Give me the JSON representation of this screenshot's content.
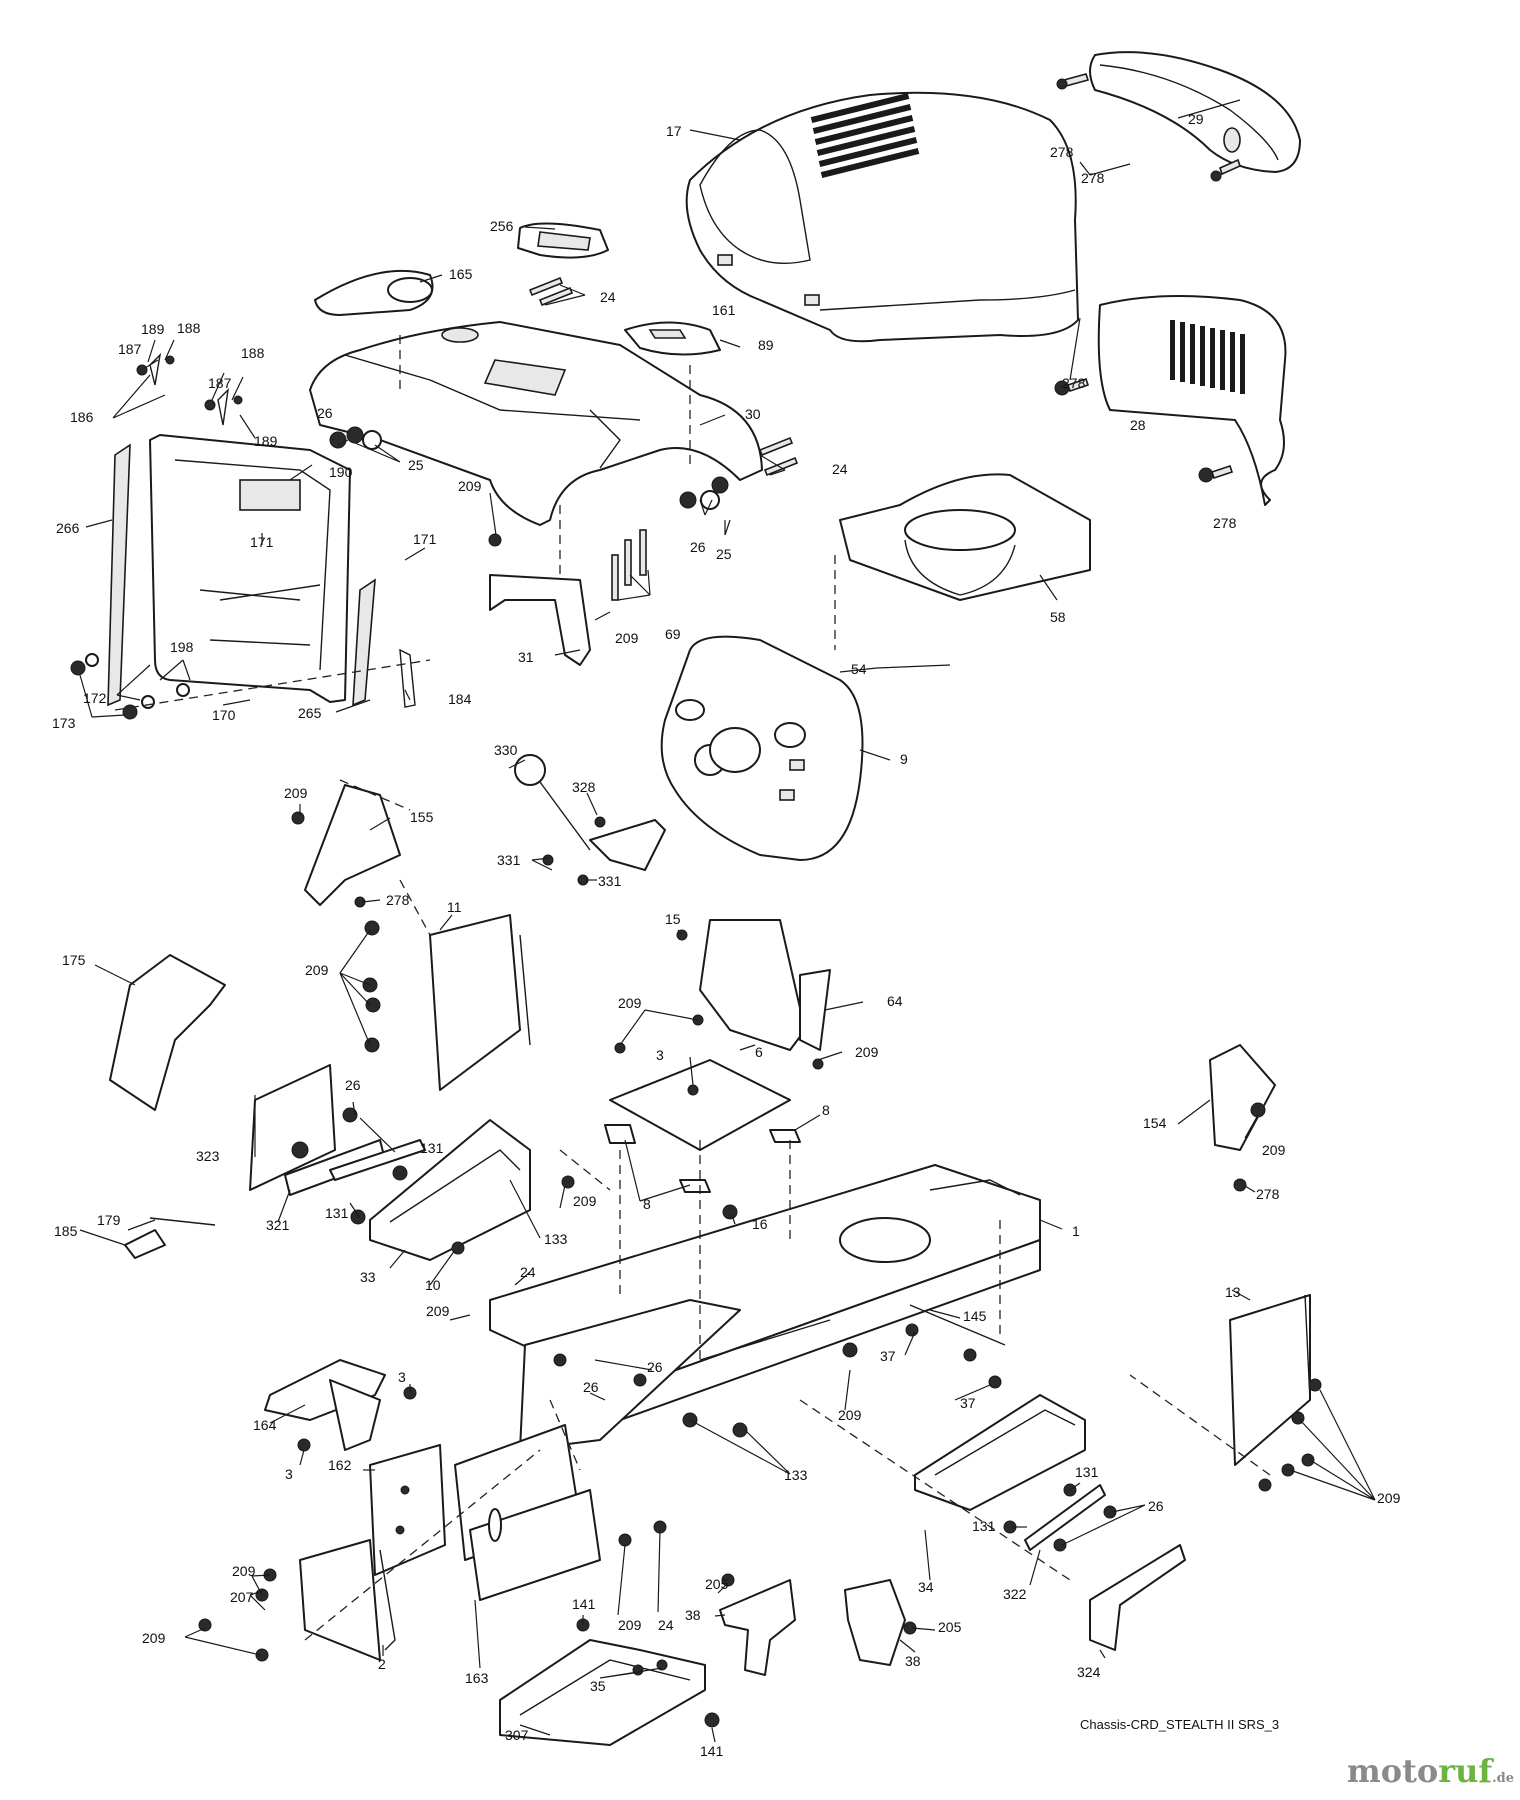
{
  "diagram": {
    "caption": "Chassis-CRD_STEALTH II SRS_3",
    "watermark": {
      "brand": "moto",
      "brand_accent": "ruf",
      "suffix": ".de"
    },
    "callouts": {
      "hood": "17",
      "grille": "29",
      "hood_bolt": "278",
      "hood_bolt_2": "278",
      "hood_bolt_3": "278",
      "hood_bolt_4": "278",
      "fuel_cap_cover": "256",
      "cup_holder": "165",
      "bolt_24_top": "24",
      "key_cap": "89",
      "fender": "30",
      "link_189": "189",
      "link_188": "188",
      "link_187": "187",
      "link_186": "186",
      "link_188b": "188",
      "link_187b": "187",
      "link_189b": "189",
      "nut_26": "26",
      "washer_25": "25",
      "bolt_24_side": "24",
      "screw_190": "190",
      "screw_209_fender": "209",
      "seat_bracket_266": "266",
      "screw_171": "171",
      "screw_171b": "171",
      "decal_161": "161",
      "side_grille_28": "28",
      "nut_26b": "26",
      "washer_25b": "25",
      "bolts_69": "69",
      "screw_209b": "209",
      "bracket_31": "31",
      "panel_170": "170",
      "washer_198": "198",
      "washer_172": "172",
      "nut_173": "173",
      "strip_265": "265",
      "clip_184": "184",
      "shroud_58": "58",
      "screw_54": "54",
      "dash_9": "9",
      "knob_330": "330",
      "lever_328": "328",
      "screw_331": "331",
      "screw_331b": "331",
      "screw_209c": "209",
      "bracket_155": "155",
      "bolt_278c": "278",
      "plate_11": "11",
      "screw_209d": "209",
      "cover_175": "175",
      "screw_15": "15",
      "bracket_64": "64",
      "screw_209e": "209",
      "plate_6": "6",
      "screw_3": "3",
      "screw_209f": "209",
      "clip_8": "8",
      "clip_8b": "8",
      "bracket_154": "154",
      "screw_209g": "209",
      "bolt_278d": "278",
      "plate_323": "323",
      "nut_26c": "26",
      "nut_131": "131",
      "nut_131b": "131",
      "strip_321": "321",
      "rod_179": "179",
      "pedal_185": "185",
      "step_33": "33",
      "screw_10": "10",
      "screw_133": "133",
      "screw_209h": "209",
      "nut_16": "16",
      "frame_1": "1",
      "screw_24c": "24",
      "screw_209i": "209",
      "nut_26d": "26",
      "nut_26e": "26",
      "bracket_145": "145",
      "bolt_37": "37",
      "bolt_37b": "37",
      "screw_209j": "209",
      "screw_133b": "133",
      "plate_13": "13",
      "screw_209k": "209",
      "bumper_164": "164",
      "screw_3b": "3",
      "screw_3c": "3",
      "plate_162": "162",
      "screw_209l": "209",
      "nut_207": "207",
      "screw_209m": "209",
      "bracket_2": "2",
      "plate_163": "163",
      "screw_209n": "209",
      "screw_24d": "24",
      "step_34": "34",
      "nut_131c": "131",
      "nut_131d": "131",
      "strip_322": "322",
      "nut_26f": "26",
      "screw_205": "205",
      "bracket_38": "38",
      "screw_205b": "205",
      "bracket_38b": "38",
      "nut_141": "141",
      "bolt_35": "35",
      "plate_307": "307",
      "nut_141b": "141",
      "plate_324": "324"
    }
  }
}
